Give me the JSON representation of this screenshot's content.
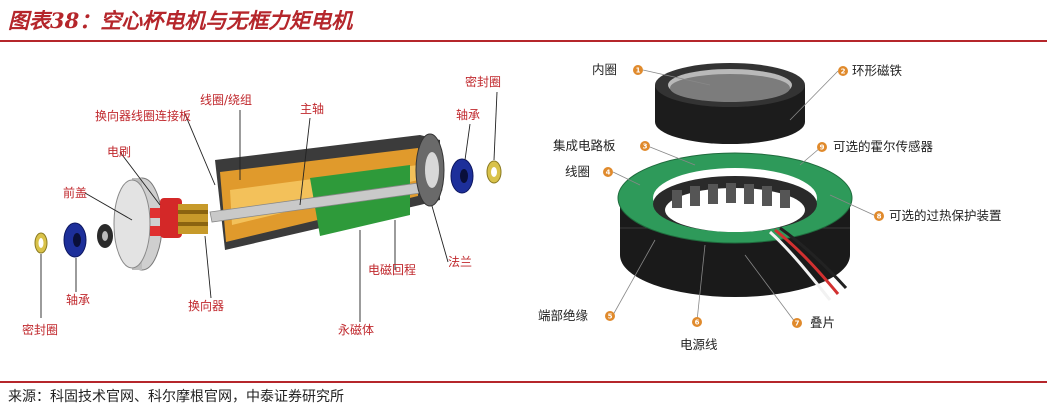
{
  "header": {
    "title": "图表38：空心杯电机与无框力矩电机"
  },
  "left_diagram": {
    "labels": {
      "commutator_coil_board": "换向器线圈连接板",
      "coil_winding": "线圈/绕组",
      "main_shaft": "主轴",
      "bearing_right": "轴承",
      "seal_right": "密封圈",
      "brush": "电刷",
      "front_cover": "前盖",
      "flange": "法兰",
      "magnetic_return": "电磁回程",
      "bearing_left": "轴承",
      "commutator": "换向器",
      "permanent_magnet": "永磁体",
      "seal_left": "密封圈"
    }
  },
  "right_diagram": {
    "labels": [
      {
        "num": "1",
        "text": "内圈"
      },
      {
        "num": "2",
        "text": "环形磁铁"
      },
      {
        "num": "3",
        "text": "集成电路板"
      },
      {
        "num": "4",
        "text": "线圈"
      },
      {
        "num": "5",
        "text": "端部绝缘"
      },
      {
        "num": "6",
        "text": "电源线"
      },
      {
        "num": "7",
        "text": "叠片"
      },
      {
        "num": "8",
        "text": "可选的过热保护装置"
      },
      {
        "num": "9",
        "text": "可选的霍尔传感器"
      }
    ]
  },
  "footer": {
    "source": "来源：科固技术官网、科尔摩根官网，中泰证券研究所"
  },
  "colors": {
    "accent": "#b5262b",
    "label_red": "#c0282d",
    "badge": "#e08a2c",
    "pcb": "#2e9a5a"
  }
}
